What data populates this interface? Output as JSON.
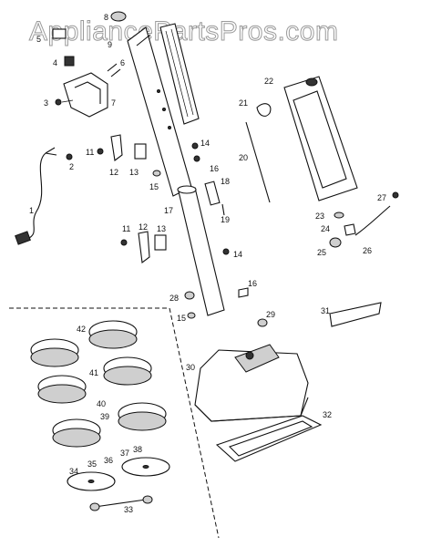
{
  "watermark": "AppliancePartsPros.com",
  "part_labels": {
    "p1": "1",
    "p2": "2",
    "p3": "3",
    "p4": "4",
    "p5": "5",
    "p6": "6",
    "p7": "7",
    "p8": "8",
    "p9": "9",
    "p11a": "11",
    "p11b": "11",
    "p12a": "12",
    "p12b": "12",
    "p13a": "13",
    "p13b": "13",
    "p14a": "14",
    "p14b": "14",
    "p15a": "15",
    "p15b": "15",
    "p16a": "16",
    "p16b": "16",
    "p17": "17",
    "p18": "18",
    "p19": "19",
    "p20": "20",
    "p21": "21",
    "p22": "22",
    "p23": "23",
    "p24": "24",
    "p25": "25",
    "p26": "26",
    "p27": "27",
    "p28": "28",
    "p29": "29",
    "p30": "30",
    "p31": "31",
    "p32": "32",
    "p33": "33",
    "p34": "34",
    "p35": "35",
    "p36": "36",
    "p37": "37",
    "p38": "38",
    "p39": "39",
    "p40": "40",
    "p41": "41",
    "p42": "42"
  }
}
